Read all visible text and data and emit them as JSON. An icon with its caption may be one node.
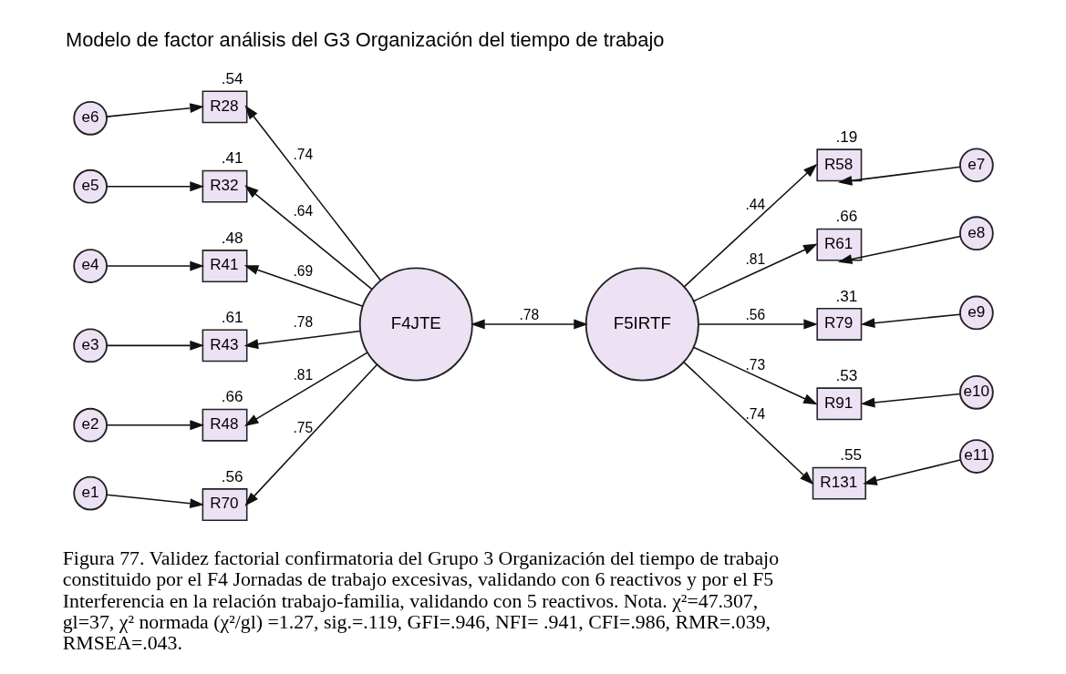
{
  "diagram": {
    "title": "Modelo de factor análisis del G3 Organización del tiempo de trabajo",
    "caption": "Figura 77. Validez factorial confirmatoria del Grupo 3 Organización del tiempo de trabajo constituido por el F4 Jornadas de trabajo excesivas, validando con 6 reactivos y por el F5 Interferencia en la relación trabajo-familia, validando con 5 reactivos. Nota. χ²=47.307, gl=37, χ² normada (χ²/gl) =1.27, sig.=.119, GFI=.946, NFI= .941, CFI=.986, RMR=.039, RMSEA=.043.",
    "nodes": [
      {
        "text": [
          "e6"
        ]
      },
      {
        "text": [
          "R28"
        ],
        "beside": [
          ".54"
        ]
      },
      {
        "text": [
          "e5"
        ]
      },
      {
        "text": [
          "R32"
        ],
        "beside": [
          ".41"
        ]
      },
      {
        "text": [
          "e4"
        ]
      },
      {
        "text": [
          "R41"
        ],
        "beside": [
          ".48"
        ]
      },
      {
        "text": [
          "e3"
        ]
      },
      {
        "text": [
          "R43"
        ],
        "beside": [
          ".61"
        ]
      },
      {
        "text": [
          "e2"
        ]
      },
      {
        "text": [
          "R48"
        ],
        "beside": [
          ".66"
        ]
      },
      {
        "text": [
          "e1"
        ]
      },
      {
        "text": [
          "R70"
        ],
        "beside": [
          ".56"
        ]
      },
      {
        "text": [
          "F4JTE"
        ]
      },
      {
        "text": [
          "F5IRTF"
        ]
      },
      {
        "text": [
          "R58"
        ],
        "beside": [
          ".19"
        ]
      },
      {
        "text": [
          "e7"
        ]
      },
      {
        "text": [
          "R61"
        ],
        "beside": [
          ".66"
        ]
      },
      {
        "text": [
          "e8"
        ]
      },
      {
        "text": [
          "R79"
        ],
        "beside": [
          ".31"
        ]
      },
      {
        "text": [
          "e9"
        ]
      },
      {
        "text": [
          "R91"
        ],
        "beside": [
          ".53"
        ]
      },
      {
        "text": [
          "e10"
        ]
      },
      {
        "text": [
          "R131"
        ],
        "beside": [
          ".55"
        ]
      },
      {
        "text": [
          "e11"
        ]
      }
    ],
    "edges": [
      {
        "from": 0,
        "to": 1,
        "arrow": "to"
      },
      {
        "from": 2,
        "to": 3,
        "arrow": "to"
      },
      {
        "from": 4,
        "to": 5,
        "arrow": "to"
      },
      {
        "from": 6,
        "to": 7,
        "arrow": "to"
      },
      {
        "from": 8,
        "to": 9,
        "arrow": "to"
      },
      {
        "from": 10,
        "to": 11,
        "arrow": "to"
      },
      {
        "from": 12,
        "to": 1,
        "arrow": "to",
        "label": ".74"
      },
      {
        "from": 12,
        "to": 3,
        "arrow": "to",
        "label": ".64"
      },
      {
        "from": 12,
        "to": 5,
        "arrow": "to",
        "label": ".69"
      },
      {
        "from": 12,
        "to": 7,
        "arrow": "to",
        "label": ".78"
      },
      {
        "from": 12,
        "to": 9,
        "arrow": "to",
        "label": ".81"
      },
      {
        "from": 12,
        "to": 11,
        "arrow": "to",
        "label": ".75"
      },
      {
        "from": 12,
        "to": 13,
        "arrow": "both",
        "label": ".78"
      },
      {
        "from": 13,
        "to": 14,
        "arrow": "to",
        "label": ".44"
      },
      {
        "from": 13,
        "to": 16,
        "arrow": "to",
        "label": ".81"
      },
      {
        "from": 13,
        "to": 18,
        "arrow": "to",
        "label": ".56"
      },
      {
        "from": 13,
        "to": 20,
        "arrow": "to",
        "label": ".73"
      },
      {
        "from": 13,
        "to": 22,
        "arrow": "to",
        "label": ".74"
      },
      {
        "from": 15,
        "to": 14,
        "arrow": "to"
      },
      {
        "from": 17,
        "to": 16,
        "arrow": "to"
      },
      {
        "from": 19,
        "to": 18,
        "arrow": "to"
      },
      {
        "from": 21,
        "to": 20,
        "arrow": "to"
      },
      {
        "from": 23,
        "to": 22,
        "arrow": "to"
      }
    ]
  }
}
